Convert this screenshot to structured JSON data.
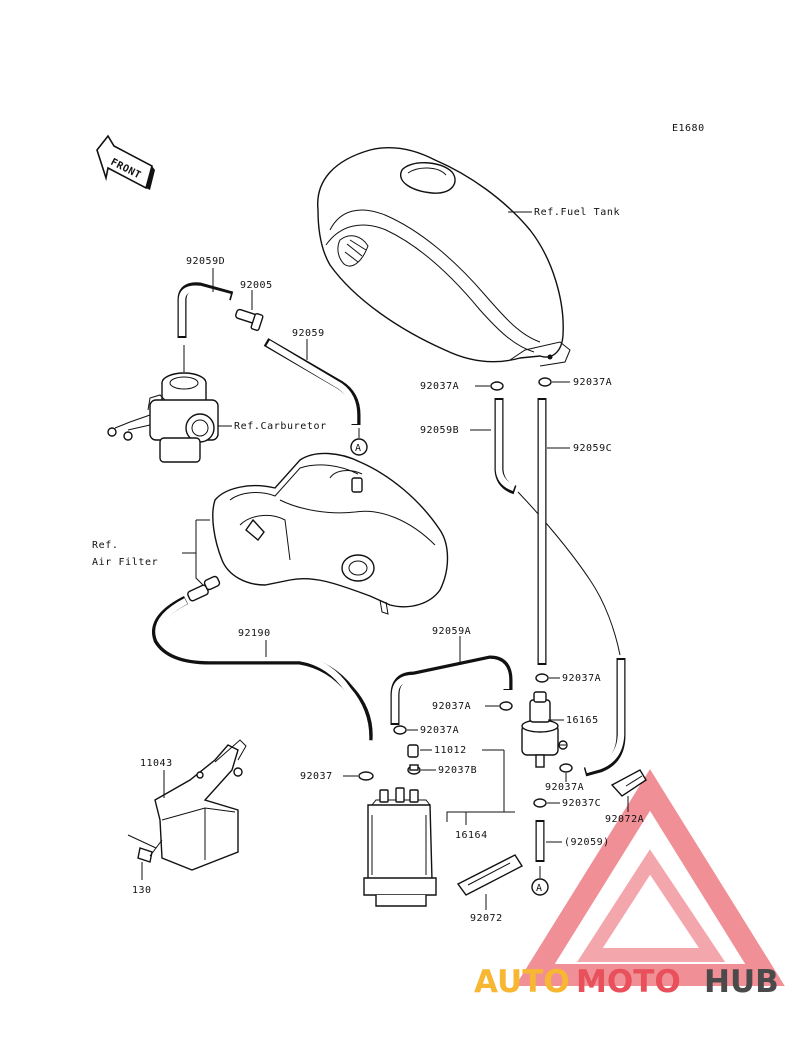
{
  "diagram_code": "E1680",
  "front_label": "FRONT",
  "refs": {
    "fuel_tank": "Ref.Fuel Tank",
    "carburetor": "Ref.Carburetor",
    "air_filter_1": "Ref.",
    "air_filter_2": "Air Filter"
  },
  "parts": {
    "p92059d": "92059D",
    "p92005": "92005",
    "p92059": "92059",
    "p92037a_l": "92037A",
    "p92037a_r": "92037A",
    "p92059b": "92059B",
    "p92059c": "92059C",
    "p92190": "92190",
    "p92059a": "92059A",
    "p92037a_1": "92037A",
    "p92037a_2": "92037A",
    "p92037a_3": "92037A",
    "p92037a_4": "92037A",
    "p16165": "16165",
    "p11012": "11012",
    "p92037b": "92037B",
    "p92037": "92037",
    "p92037c": "92037C",
    "p16164": "16164",
    "p92059_paren": "(92059)",
    "p92072": "92072",
    "p92072a": "92072A",
    "p11043": "11043",
    "p130": "130"
  },
  "connector_a": "A",
  "watermark": {
    "part1": "AUTO",
    "part2": "MOTO",
    "part3": "HUB",
    "color1": "#f7b733",
    "color2": "#e8505b",
    "color3": "#4a4a4a"
  }
}
